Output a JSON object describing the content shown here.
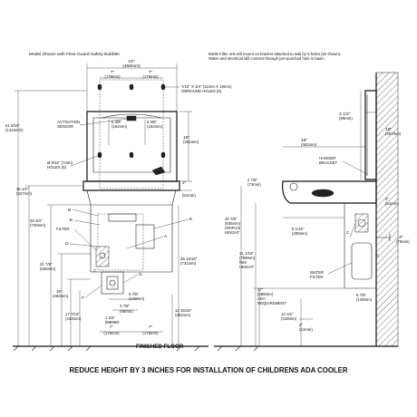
{
  "front": {
    "model_note": "Model Shown with Flexi-Guard Safety Bubbler",
    "dim_width_in": "18\"",
    "dim_width_mm": "(458mm)",
    "dim_7_left": "7\"",
    "dim_178_left": "(178mm)",
    "dim_7_right": "7\"",
    "dim_178_right": "(178mm)",
    "oblong_size": "7/16\" X 3/4\" (11mm X 19mm)",
    "oblong_holes": "OBROUND HOLES (6)",
    "activation_1": "ACTIVATION",
    "activation_2": "SENSOR",
    "dim_6_3_8_a": "6 3/8\"",
    "dim_162_a": "(162mm)",
    "dim_6_3_8_b": "6 3/8\"",
    "dim_162_b": "(162mm)",
    "dim_overall_1": "51 5/16\"",
    "dim_overall_2": "(1310mm)",
    "hole_dia_1": "Ø 9/32\" (7mm)",
    "hole_dia_2": "HOLES (6)",
    "dim_15_in": "15\"",
    "dim_15_mm": "(381mm)",
    "dim_2_in": "2\"",
    "dim_2_mm": "(51mm)",
    "dim_36_1_in": "36 1/2\"",
    "dim_36_1_mm": "(927mm)",
    "dim_28_3_in": "28 3/4\"",
    "dim_28_3_mm": "(730mm)",
    "dim_21_7_in": "21 7/8\"",
    "dim_21_7_mm": "(556mm)",
    "dim_19_in": "19\"",
    "dim_19_mm": "(483mm)",
    "dim_17_7_in": "17 7/16\"",
    "dim_17_7_mm": "(443mm)",
    "dim_28_13_in": "28 13/16\"",
    "dim_28_13_mm": "(731mm)",
    "dim_13_15_in": "13 15/16\"",
    "dim_13_15_mm": "(354mm)",
    "dim_5_7_in": "5 7/8\"",
    "dim_5_7_mm": "(149mm)",
    "dim_3_7_in": "3 7/8\"",
    "dim_3_7_mm": "(98mm)",
    "dim_1_3_in": "1 3/4\"",
    "dim_1_3_mm": "(44mm)",
    "dim_7_bot_a": "7\"",
    "dim_178_bot_a": "(178mm)",
    "dim_7_bot_b": "7\"",
    "dim_178_bot_b": "(178mm)",
    "floor_label": "FINISHED FLOOR",
    "lbl_B": "B",
    "lbl_E_1": "E",
    "lbl_E_2": "E",
    "lbl_D": "D",
    "lbl_A": "A",
    "lbl_C": "C",
    "lbl_F": "F",
    "lbl_G": "G",
    "lbl_filter": "FILTER"
  },
  "side": {
    "note_1": "Bottle Filler unit will mount on bracket attached to wall by 6 holes (as shown).",
    "note_2": "Water and electrical will connect through pre-punched hole in basin.",
    "dim_3_1_in": "3 1/2\"",
    "dim_3_1_mm": "(89mm)",
    "dim_18_in": "18\"",
    "dim_18_mm": "(457mm)",
    "dim_19_1_in": "19\"",
    "dim_19_1_mm": "(482mm)",
    "hanger_1": "HANGER",
    "hanger_2": "BRACKET",
    "dim_2_3_in": "2 7/8\"",
    "dim_2_3_mm": "(73mm)",
    "dim_2_in": "2\"",
    "dim_2_mm": "(51mm)",
    "dim_32_in": "32 7/8\"",
    "dim_32_mm": "(835mm)",
    "orifice_1": "ORIFICE",
    "orifice_2": "HEIGHT",
    "dim_8_in": "8 1/16\"",
    "dim_8_mm": "(205mm)",
    "dim_31_in": "31 1/16\"",
    "dim_31_mm": "(789mm)",
    "rim_1": "RIM",
    "rim_2": "HEIGHT",
    "lbl_G": "G",
    "lbl_C": "C",
    "dim_3_r_in": "3\"",
    "dim_3_r_mm": "(76mm)",
    "water_1": "WATER",
    "water_2": "FILTER",
    "dim_27_in": "27\"",
    "dim_27_mm": "(686mm)",
    "ada_1": "ADA",
    "ada_2": "REQUIREMENT",
    "dim_5_in": "5 7/8\"",
    "dim_5_mm": "(149mm)",
    "dim_12_in": "12 1/2\"",
    "dim_12_mm": "(318mm)",
    "dim_2_b_in": "2\"",
    "dim_2_b_mm": "(51mm)"
  },
  "footer": {
    "caption": "REDUCE HEIGHT BY 3 INCHES FOR INSTALLATION OF CHILDRENS ADA COOLER"
  }
}
